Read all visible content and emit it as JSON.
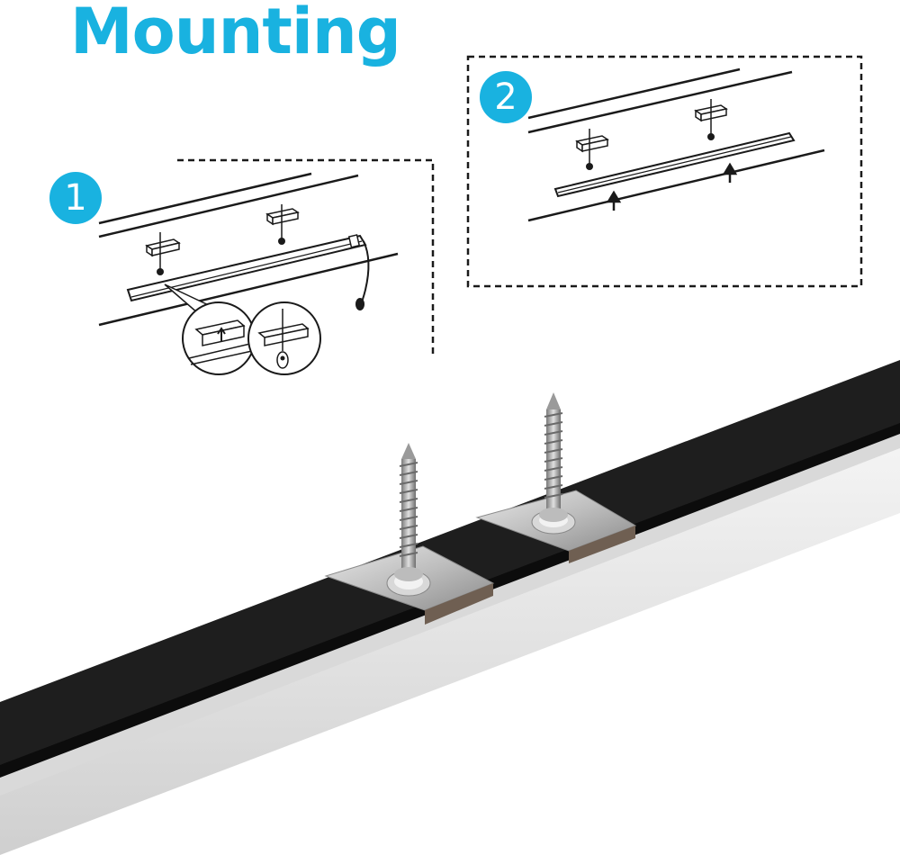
{
  "heading": {
    "title": "Mounting"
  },
  "steps": [
    {
      "number": "1"
    },
    {
      "number": "2"
    }
  ],
  "colors": {
    "accent": "#19B2E0",
    "profile": "#1E1E1E",
    "diffuser": "#E6E6E6",
    "clip": "#C9C9C9",
    "screw": "#A8A8A8",
    "line": "#1A1A1A"
  },
  "icons": [
    "step-1-badge",
    "step-2-badge",
    "screw-icon",
    "mounting-clip-icon",
    "up-arrow-icon",
    "magnifier-circle-icon"
  ]
}
